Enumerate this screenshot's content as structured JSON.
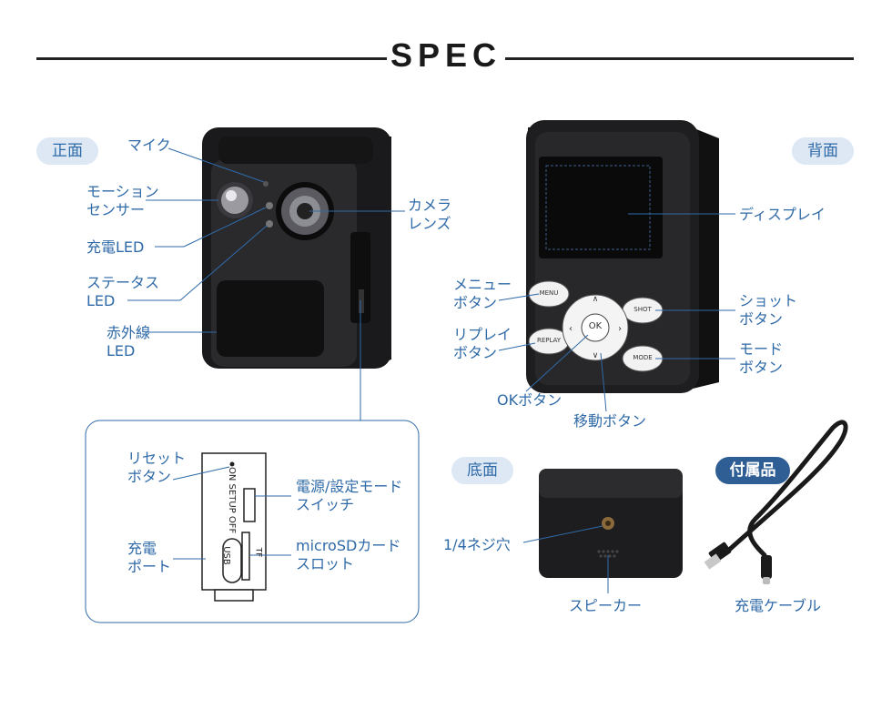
{
  "title": "SPEC",
  "sections": {
    "front": "正面",
    "back": "背面",
    "bottom": "底面",
    "accessory": "付属品"
  },
  "front_labels": {
    "mic": "マイク",
    "motion_sensor": [
      "モーション",
      "センサー"
    ],
    "charge_led": "充電LED",
    "status_led": [
      "ステータス",
      "LED"
    ],
    "ir_led": [
      "赤外線",
      "LED"
    ],
    "camera_lens": [
      "カメラ",
      "レンズ"
    ]
  },
  "side_panel": {
    "reset_button": [
      "リセット",
      "ボタン"
    ],
    "charge_port": [
      "充電",
      "ポート"
    ],
    "power_switch": [
      "電源/設定モード",
      "スイッチ"
    ],
    "microsd_slot": [
      "microSDカード",
      "スロット"
    ],
    "markings": {
      "on": "ON",
      "setup": "SETUP",
      "off": "OFF",
      "usb": "USB",
      "tf": "TF"
    }
  },
  "back_labels": {
    "display": "ディスプレイ",
    "menu_button": [
      "メニュー",
      "ボタン"
    ],
    "replay_button": [
      "リプレイ",
      "ボタン"
    ],
    "ok_button": "OKボタン",
    "move_button": "移動ボタン",
    "shot_button": [
      "ショット",
      "ボタン"
    ],
    "mode_button": [
      "モード",
      "ボタン"
    ]
  },
  "device_buttons": {
    "menu": "MENU",
    "replay": "REPLAY",
    "ok": "OK",
    "shot": "SHOT",
    "mode": "MODE"
  },
  "bottom_labels": {
    "tripod_screw": "1/4ネジ穴",
    "speaker": "スピーカー"
  },
  "accessory_labels": {
    "cable": "充電ケーブル"
  },
  "colors": {
    "accent": "#2f6aa8",
    "pill_light": "#dde8f4",
    "pill_dark": "#2f5e94",
    "device": "#1f1f21"
  }
}
